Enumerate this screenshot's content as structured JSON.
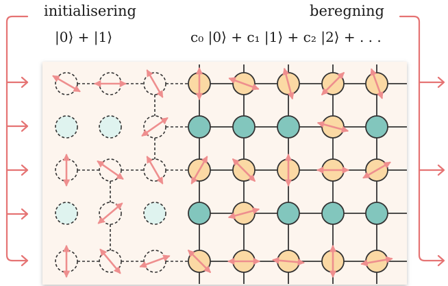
{
  "labels": {
    "initialization_title": "initialisering",
    "computation_title": "beregning",
    "initial_state": "|0⟩ + |1⟩",
    "superposition_state": "c₀ |0⟩ + c₁ |1⟩ + c₂ |2⟩ + . . ."
  },
  "colors": {
    "arrow": "#ee8e8e",
    "bracket": "#e57373",
    "panel_bg": "#fdf5ee",
    "qubit_orange": "#fbd9a4",
    "qubit_teal": "#82c6bd",
    "dashed_teal": "#dff3ef",
    "grid_line": "#333333"
  },
  "lattice": {
    "rows": [
      [
        "dashed-arrow",
        "dashed-arrow",
        "dashed-arrow",
        "orange",
        "orange",
        "orange",
        "orange",
        "orange"
      ],
      [
        "dashed-teal",
        "dashed-teal",
        "dashed-arrow",
        "teal",
        "teal",
        "teal",
        "orange",
        "teal"
      ],
      [
        "dashed-arrow",
        "dashed-arrow",
        "dashed-arrow",
        "orange",
        "orange",
        "orange",
        "orange",
        "orange"
      ],
      [
        "dashed-teal",
        "dashed-arrow",
        "dashed-teal",
        "teal",
        "orange",
        "teal",
        "teal",
        "teal"
      ],
      [
        "dashed-arrow",
        "dashed-arrow",
        "dashed-arrow",
        "orange",
        "orange",
        "orange",
        "orange",
        "orange"
      ]
    ],
    "spin_angles_deg": [
      [
        -30,
        0,
        -60,
        90,
        -20,
        -75,
        45,
        -70
      ],
      [
        0,
        0,
        35,
        0,
        0,
        0,
        -15,
        0
      ],
      [
        90,
        -35,
        -60,
        60,
        -45,
        90,
        0,
        30
      ],
      [
        0,
        40,
        0,
        0,
        15,
        0,
        0,
        0
      ],
      [
        90,
        -50,
        20,
        -45,
        0,
        -5,
        90,
        10
      ]
    ]
  }
}
